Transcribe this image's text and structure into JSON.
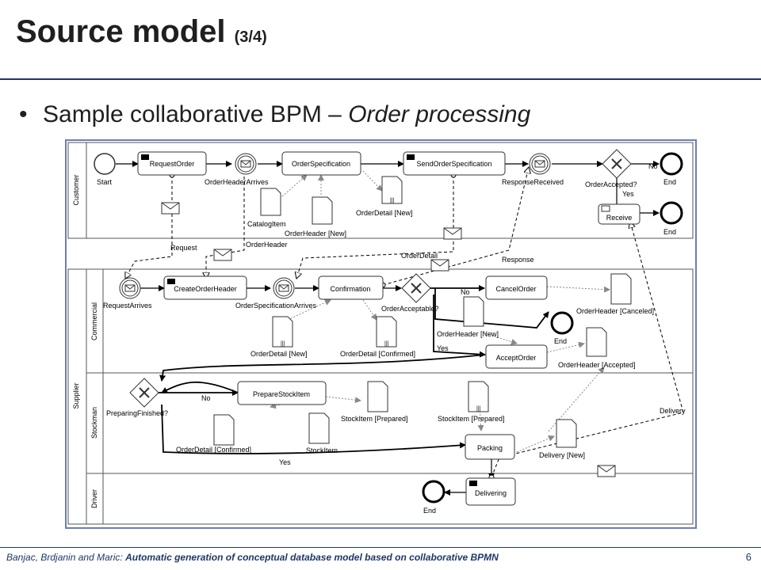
{
  "slide": {
    "title": "Source model",
    "title_suffix": "(3/4)",
    "bullet_plain": "Sample collaborative BPM – ",
    "bullet_italic": "Order processing",
    "footer_authors": "Banjac, Brdjanin and Maric: ",
    "footer_title": "Automatic generation of conceptual database model based on collaborative BPMN",
    "page_number": "6"
  },
  "diagram": {
    "pools": {
      "customer": "Customer",
      "supplier": "Supplier"
    },
    "lanes": {
      "commercial": "Commercial",
      "stockman": "Stockman",
      "driver": "Driver"
    },
    "tasks": {
      "request_order": "RequestOrder",
      "order_specification": "OrderSpecification",
      "send_order_specification": "SendOrderSpecification",
      "receive": "Receive",
      "create_order_header": "CreateOrderHeader",
      "confirmation": "Confirmation",
      "cancel_order": "CancelOrder",
      "accept_order": "AcceptOrder",
      "prepare_stock_item": "PrepareStockItem",
      "packing": "Packing",
      "delivering": "Delivering"
    },
    "events": {
      "start": "Start",
      "end": "End",
      "order_header_arrives": "OrderHeaderArrives",
      "response_received": "ResponseReceived",
      "request_arrives": "RequestArrives",
      "order_specification_arrives": "OrderSpecificationArrives"
    },
    "gateways": {
      "order_accepted": "OrderAccepted?",
      "order_acceptable": "OrderAcceptable?",
      "preparing_finished": "PreparingFinished?"
    },
    "flow_labels": {
      "no": "No",
      "yes": "Yes"
    },
    "data_objects": {
      "catalog_item": "CatalogItem",
      "order_header_new": "OrderHeader [New]",
      "order_detail_new": "OrderDetail [New]",
      "order_detail_confirmed": "OrderDetail [Confirmed]",
      "order_header_canceled": "OrderHeader [Canceled]",
      "order_header_accepted": "OrderHeader [Accepted]",
      "stock_item_prepared": "StockItem [Prepared]",
      "stock_item": "StockItem",
      "delivery_new": "Delivery [New]"
    },
    "messages": {
      "request": "Request",
      "order_header": "OrderHeader",
      "order_detail": "OrderDetail",
      "response": "Response",
      "delivery": "Delivery"
    }
  }
}
